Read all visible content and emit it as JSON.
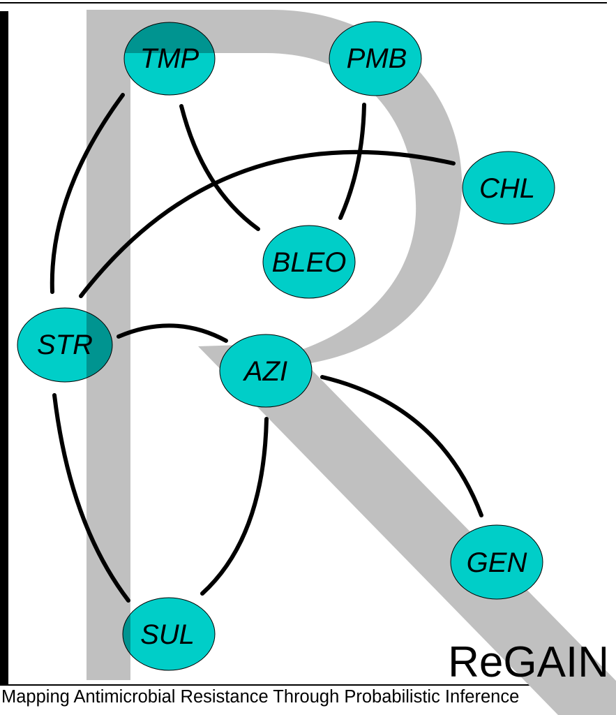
{
  "logo": {
    "title": "ReGAIN",
    "tagline": "Mapping Antimicrobial Resistance Through Probabilistic Inference"
  },
  "colors": {
    "node_fill": "#00cec8",
    "logo_letter": "#c0c0c0",
    "edge": "#000000"
  },
  "nodes": {
    "tmp": "TMP",
    "pmb": "PMB",
    "chl": "CHL",
    "bleo": "BLEO",
    "str": "STR",
    "azi": "AZI",
    "gen": "GEN",
    "sul": "SUL"
  },
  "edges": [
    [
      "TMP",
      "STR"
    ],
    [
      "TMP",
      "BLEO"
    ],
    [
      "PMB",
      "BLEO"
    ],
    [
      "CHL",
      "STR"
    ],
    [
      "STR",
      "AZI"
    ],
    [
      "STR",
      "SUL"
    ],
    [
      "AZI",
      "SUL"
    ],
    [
      "AZI",
      "GEN"
    ]
  ]
}
